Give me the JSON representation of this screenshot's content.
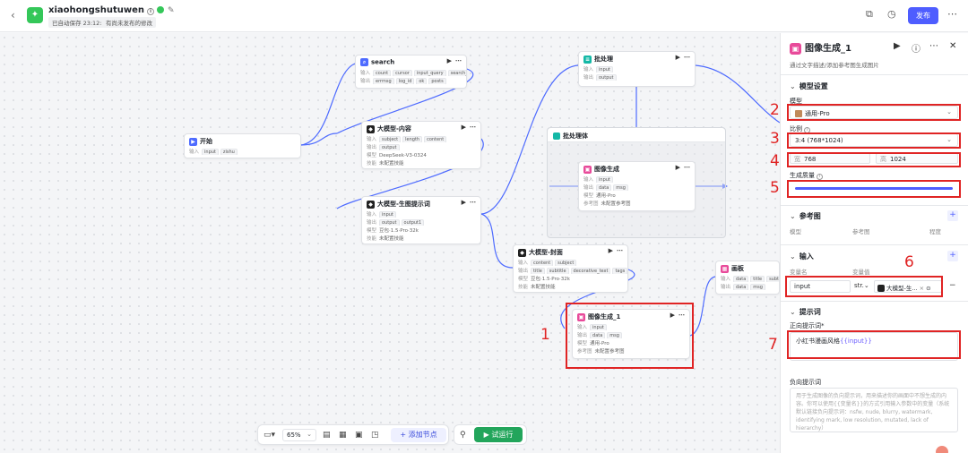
{
  "header": {
    "title": "xiaohongshutuwen",
    "autosave": "已自动保存 23:12:32",
    "unpublished": "有尚未发布的修改",
    "publish": "发布"
  },
  "nodes": {
    "start": {
      "title": "开始",
      "in_label": "输入",
      "chips": [
        "input",
        "zishu"
      ]
    },
    "search": {
      "title": "search",
      "in_label": "输入",
      "in_chips": [
        "count",
        "cursor",
        "input_query",
        "search_id"
      ],
      "out_label": "输出",
      "out_chips": [
        "errmsg",
        "log_id",
        "ok",
        "posts"
      ]
    },
    "llm_content": {
      "title": "大模型-内容",
      "in_label": "输入",
      "in_chips": [
        "subject",
        "length",
        "content"
      ],
      "out_label": "输出",
      "out_chips": [
        "output"
      ],
      "model_label": "模型",
      "model": "DeepSeek-V3-0324",
      "skill_label": "技能",
      "skill": "未配置技能"
    },
    "llm_prompt": {
      "title": "大模型-生图提示词",
      "in_label": "输入",
      "in_chips": [
        "input"
      ],
      "out_label": "输出",
      "out_chips": [
        "output",
        "output1"
      ],
      "model_label": "模型",
      "model": "豆包·1.5·Pro·32k",
      "skill_label": "技能",
      "skill": "未配置技能"
    },
    "batch": {
      "title": "批处理",
      "in_label": "输入",
      "in_chips": [
        "input"
      ],
      "out_label": "输出",
      "out_chips": [
        "output"
      ]
    },
    "batch_body": {
      "title": "批处理体"
    },
    "img_gen_inner": {
      "title": "图像生成",
      "in_label": "输入",
      "in_chips": [
        "input"
      ],
      "out_label": "输出",
      "out_chips": [
        "data",
        "msg"
      ],
      "model_label": "模型",
      "model": "通用-Pro",
      "ref_label": "参考图",
      "ref": "未配置参考图"
    },
    "llm_cover": {
      "title": "大模型-封面",
      "in_label": "输入",
      "in_chips": [
        "content",
        "subject"
      ],
      "out_label": "输出",
      "out_chips": [
        "title",
        "subtitle",
        "decorative_text",
        "tags"
      ],
      "model_label": "模型",
      "model": "豆包·1.5·Pro·32k",
      "skill_label": "技能",
      "skill": "未配置技能"
    },
    "img_gen_1": {
      "title": "图像生成_1",
      "in_label": "输入",
      "in_chips": [
        "input"
      ],
      "out_label": "输出",
      "out_chips": [
        "data",
        "msg"
      ],
      "model_label": "模型",
      "model": "通用-Pro",
      "ref_label": "参考图",
      "ref": "未配置参考图"
    },
    "canvas": {
      "title": "画板",
      "in_label": "输入",
      "in_chips": [
        "data",
        "title",
        "subtitle"
      ],
      "out_label": "输出",
      "out_chips": [
        "data",
        "msg"
      ]
    }
  },
  "annotations": [
    "1",
    "2",
    "3",
    "4",
    "5",
    "6",
    "7"
  ],
  "toolbar": {
    "zoom": "65%",
    "add_node": "添加节点",
    "try_run": "试运行"
  },
  "panel": {
    "title": "图像生成_1",
    "desc": "通过文字描述/添加参考图生成图片",
    "model_section": "模型设置",
    "model_label": "模型",
    "model_value": "通用-Pro",
    "ratio_label": "比例",
    "ratio_value": "3:4 (768*1024)",
    "width_key": "宽",
    "width_val": "768",
    "height_key": "高",
    "height_val": "1024",
    "quality_label": "生成质量",
    "quality_level": 1.0,
    "ref_section": "参考图",
    "ref_cols": [
      "模型",
      "参考图",
      "程度"
    ],
    "input_section": "输入",
    "var_name_h": "变量名",
    "var_val_h": "变量值",
    "var_name": "input",
    "var_type": "str.",
    "var_ref": "大模型-生...",
    "prompt_section": "提示词",
    "pos_label": "正向提示词*",
    "pos_text": "小红书漫画风格",
    "pos_var": "{{input}}",
    "neg_label": "负向提示词",
    "neg_placeholder": "用于生成图像的负向提示词，用来描述你的画面中不想生成的内容。你可以使用{{变量名}}的方式引用输入参数中的变量（系统默认链接负向提示词：nsfw, nude, blurry, watermark, identifying mark, low resolution, mutated, lack of hierarchy）"
  }
}
